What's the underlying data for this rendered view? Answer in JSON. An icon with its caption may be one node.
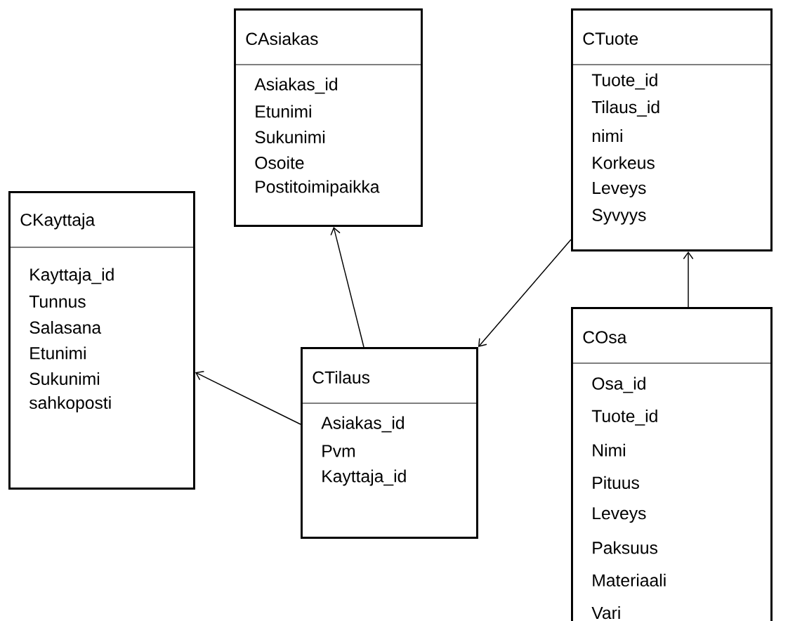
{
  "diagram": {
    "nodes": [
      {
        "text": [
          "CAsiakas",
          "Asiakas_id",
          "Etunimi",
          "Sukunimi",
          "Osoite",
          "Postitoimipaikka"
        ]
      },
      {
        "text": [
          "CTuote",
          "Tuote_id",
          "Tilaus_id",
          "nimi",
          "Korkeus",
          "Leveys",
          "Syvyys"
        ]
      },
      {
        "text": [
          "CKayttaja",
          "Kayttaja_id",
          "Tunnus",
          "Salasana",
          "Etunimi",
          "Sukunimi",
          "sahkoposti"
        ]
      },
      {
        "text": [
          "CTilaus",
          "Asiakas_id",
          "Pvm",
          "Kayttaja_id"
        ]
      },
      {
        "text": [
          "COsa",
          "Osa_id",
          "Tuote_id",
          "Nimi",
          "Pituus",
          "Leveys",
          "Paksuus",
          "Materiaali",
          "Vari"
        ]
      }
    ],
    "edges": [
      {
        "from": 3,
        "to": 0,
        "arrow": "to"
      },
      {
        "from": 3,
        "to": 2,
        "arrow": "to"
      },
      {
        "from": 1,
        "to": 3,
        "arrow": "to"
      },
      {
        "from": 4,
        "to": 1,
        "arrow": "to"
      }
    ]
  }
}
